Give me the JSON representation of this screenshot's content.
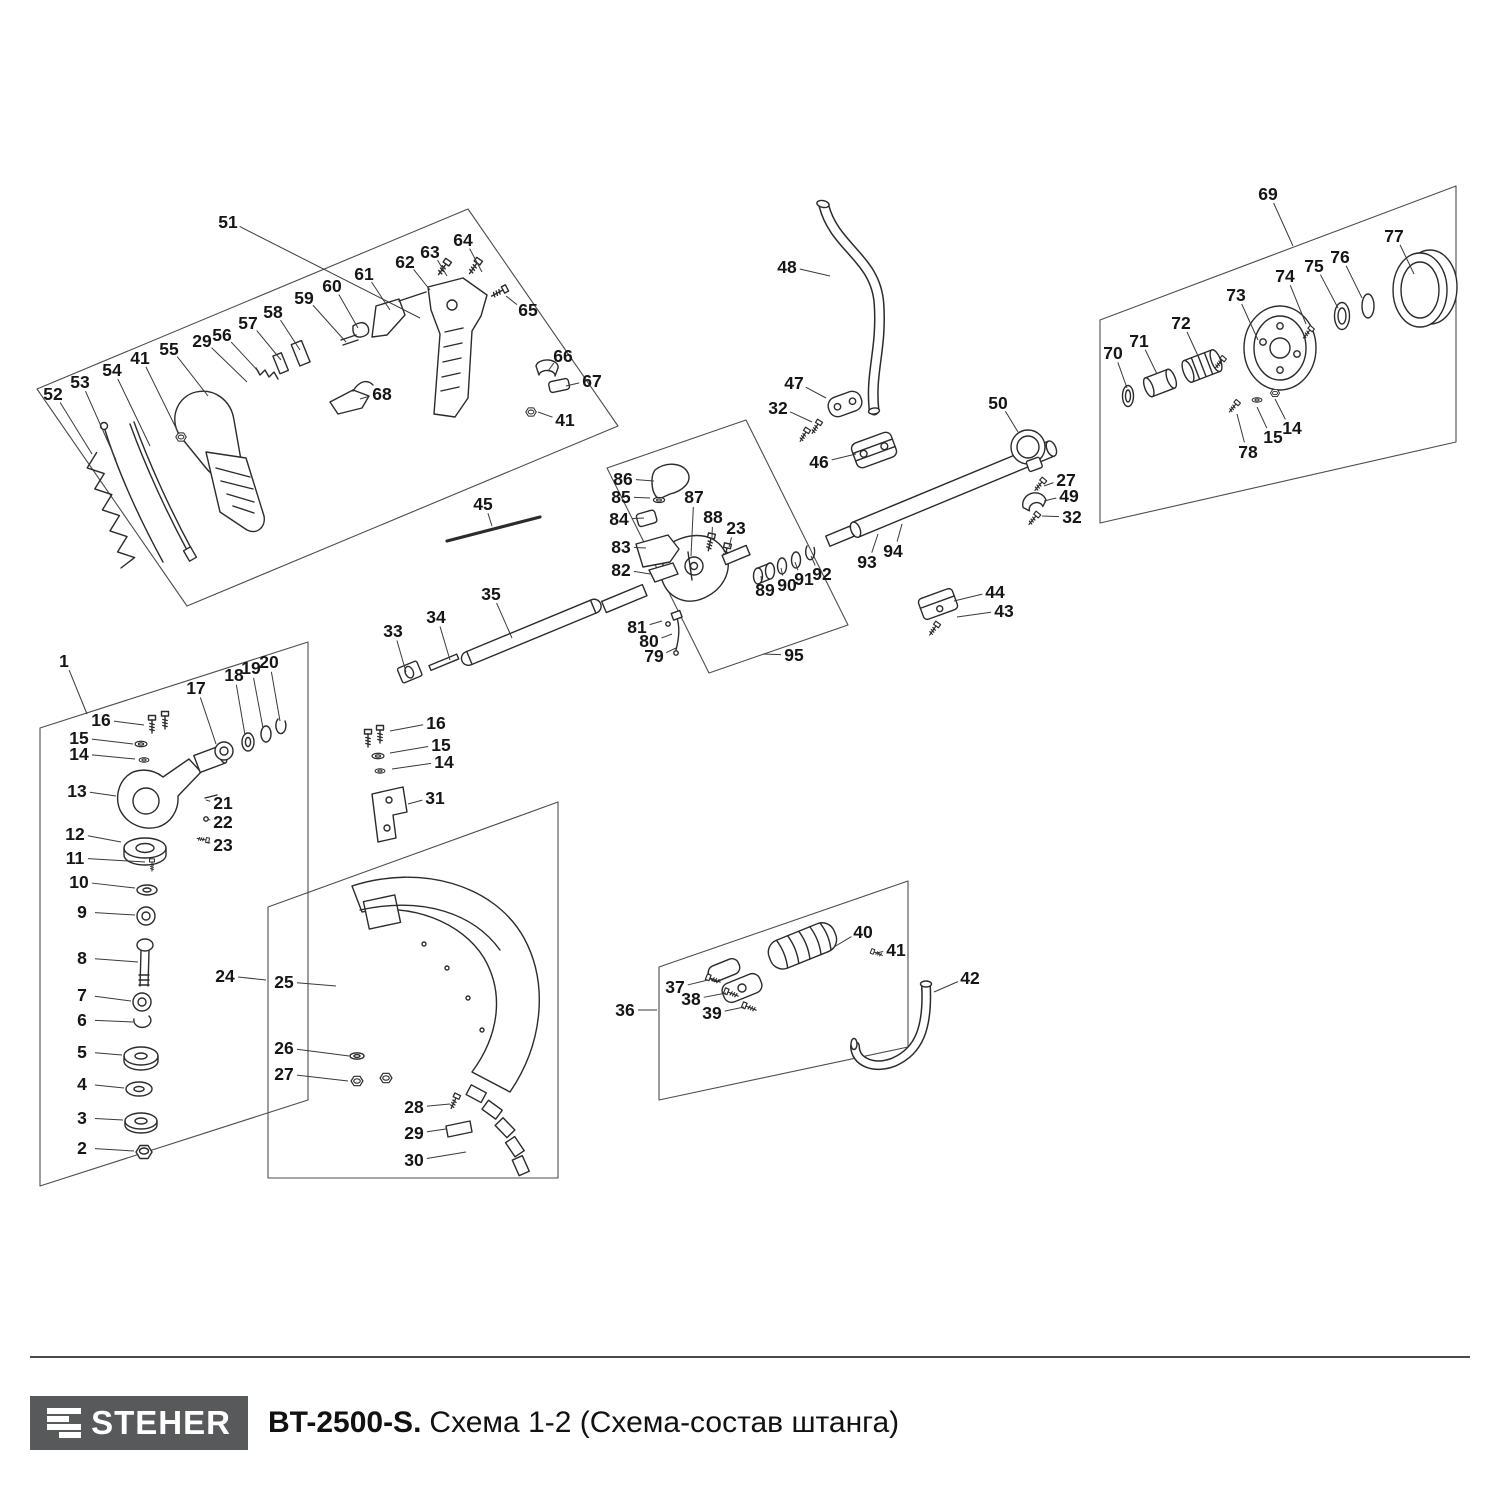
{
  "colors": {
    "line": "#2b2b2b",
    "label": "#161616",
    "logo_bg": "#58595b",
    "logo_text": "#ffffff"
  },
  "footer": {
    "brand": "STEHER",
    "model": "BT-2500-S.",
    "title": "Схема 1-2 (Схема-состав штанга)"
  },
  "diagram": {
    "labels": [
      [
        "51",
        228,
        222,
        420,
        318
      ],
      [
        "63",
        430,
        252,
        447,
        276
      ],
      [
        "64",
        463,
        240,
        482,
        272
      ],
      [
        "62",
        405,
        262,
        430,
        290
      ],
      [
        "61",
        364,
        274,
        390,
        310
      ],
      [
        "60",
        332,
        286,
        358,
        328
      ],
      [
        "59",
        304,
        298,
        346,
        342
      ],
      [
        "65",
        528,
        310,
        506,
        296
      ],
      [
        "58",
        273,
        312,
        300,
        350
      ],
      [
        "57",
        248,
        323,
        281,
        360
      ],
      [
        "56",
        222,
        335,
        259,
        372
      ],
      [
        "29",
        202,
        341,
        247,
        382
      ],
      [
        "55",
        169,
        349,
        208,
        396
      ],
      [
        "41",
        140,
        358,
        179,
        434
      ],
      [
        "54",
        112,
        370,
        150,
        446
      ],
      [
        "53",
        80,
        382,
        116,
        460
      ],
      [
        "52",
        53,
        394,
        92,
        454
      ],
      [
        "66",
        563,
        356,
        548,
        371
      ],
      [
        "67",
        592,
        381,
        566,
        386
      ],
      [
        "68",
        382,
        394,
        360,
        399
      ],
      [
        "41",
        565,
        420,
        538,
        412
      ],
      [
        "45",
        483,
        504,
        492,
        526
      ],
      [
        "33",
        393,
        631,
        406,
        672
      ],
      [
        "34",
        436,
        617,
        450,
        660
      ],
      [
        "35",
        491,
        594,
        512,
        638
      ],
      [
        "86",
        623,
        479,
        654,
        481
      ],
      [
        "85",
        621,
        497,
        650,
        498
      ],
      [
        "87",
        694,
        497,
        691,
        556
      ],
      [
        "84",
        619,
        519,
        644,
        518
      ],
      [
        "88",
        713,
        517,
        712,
        537
      ],
      [
        "23",
        736,
        528,
        729,
        547
      ],
      [
        "83",
        621,
        547,
        646,
        548
      ],
      [
        "82",
        621,
        570,
        650,
        574
      ],
      [
        "89",
        765,
        590,
        761,
        576
      ],
      [
        "90",
        787,
        585,
        781,
        568
      ],
      [
        "91",
        804,
        579,
        795,
        562
      ],
      [
        "92",
        822,
        574,
        811,
        556
      ],
      [
        "81",
        637,
        627,
        662,
        621
      ],
      [
        "80",
        649,
        641,
        672,
        634
      ],
      [
        "79",
        654,
        656,
        676,
        648
      ],
      [
        "95",
        794,
        655,
        763,
        654
      ],
      [
        "48",
        787,
        267,
        830,
        276
      ],
      [
        "47",
        794,
        383,
        826,
        398
      ],
      [
        "32",
        778,
        408,
        812,
        422
      ],
      [
        "46",
        819,
        462,
        856,
        454
      ],
      [
        "50",
        998,
        403,
        1018,
        432
      ],
      [
        "27",
        1066,
        480,
        1044,
        486
      ],
      [
        "49",
        1069,
        496,
        1044,
        501
      ],
      [
        "32",
        1072,
        517,
        1042,
        516
      ],
      [
        "93",
        867,
        562,
        878,
        534
      ],
      [
        "94",
        893,
        551,
        902,
        524
      ],
      [
        "44",
        995,
        592,
        954,
        601
      ],
      [
        "43",
        1004,
        611,
        957,
        617
      ],
      [
        "69",
        1268,
        194,
        1293,
        246
      ],
      [
        "77",
        1394,
        236,
        1414,
        274
      ],
      [
        "76",
        1340,
        257,
        1362,
        298
      ],
      [
        "75",
        1314,
        266,
        1338,
        308
      ],
      [
        "74",
        1285,
        276,
        1306,
        324
      ],
      [
        "73",
        1236,
        295,
        1258,
        340
      ],
      [
        "72",
        1181,
        323,
        1199,
        358
      ],
      [
        "71",
        1139,
        341,
        1157,
        374
      ],
      [
        "70",
        1113,
        353,
        1127,
        388
      ],
      [
        "78",
        1248,
        452,
        1237,
        414
      ],
      [
        "15",
        1273,
        437,
        1257,
        407
      ],
      [
        "14",
        1292,
        428,
        1275,
        399
      ],
      [
        "1",
        64,
        661,
        87,
        714
      ],
      [
        "16",
        101,
        720,
        144,
        725
      ],
      [
        "15",
        79,
        738,
        133,
        744
      ],
      [
        "14",
        79,
        754,
        135,
        759
      ],
      [
        "17",
        196,
        688,
        216,
        744
      ],
      [
        "18",
        234,
        675,
        245,
        735
      ],
      [
        "19",
        251,
        668,
        263,
        728
      ],
      [
        "20",
        269,
        662,
        280,
        721
      ],
      [
        "13",
        77,
        791,
        116,
        796
      ],
      [
        "21",
        223,
        803,
        206,
        800
      ],
      [
        "22",
        223,
        822,
        208,
        819
      ],
      [
        "12",
        75,
        834,
        121,
        842
      ],
      [
        "23",
        223,
        845,
        207,
        842
      ],
      [
        "11",
        75,
        858,
        145,
        862
      ],
      [
        "10",
        79,
        882,
        135,
        888
      ],
      [
        "9",
        82,
        912,
        135,
        915
      ],
      [
        "8",
        82,
        958,
        138,
        962
      ],
      [
        "7",
        82,
        995,
        131,
        1001
      ],
      [
        "6",
        82,
        1020,
        133,
        1022
      ],
      [
        "5",
        82,
        1052,
        122,
        1055
      ],
      [
        "4",
        82,
        1084,
        124,
        1088
      ],
      [
        "3",
        82,
        1118,
        123,
        1120
      ],
      [
        "2",
        82,
        1148,
        134,
        1151
      ],
      [
        "16",
        436,
        723,
        390,
        731
      ],
      [
        "15",
        441,
        745,
        390,
        753
      ],
      [
        "14",
        444,
        762,
        392,
        769
      ],
      [
        "31",
        435,
        798,
        408,
        804
      ],
      [
        "24",
        225,
        976,
        266,
        980
      ],
      [
        "25",
        284,
        982,
        336,
        986
      ],
      [
        "26",
        284,
        1048,
        349,
        1056
      ],
      [
        "27",
        284,
        1074,
        348,
        1081
      ],
      [
        "28",
        414,
        1107,
        450,
        1104
      ],
      [
        "29",
        414,
        1133,
        446,
        1129
      ],
      [
        "30",
        414,
        1160,
        466,
        1152
      ],
      [
        "40",
        863,
        932,
        834,
        947
      ],
      [
        "41",
        896,
        950,
        876,
        953
      ],
      [
        "37",
        675,
        987,
        708,
        980
      ],
      [
        "38",
        691,
        999,
        726,
        993
      ],
      [
        "39",
        712,
        1013,
        744,
        1007
      ],
      [
        "36",
        625,
        1010,
        657,
        1010
      ],
      [
        "42",
        970,
        978,
        934,
        992
      ]
    ]
  }
}
